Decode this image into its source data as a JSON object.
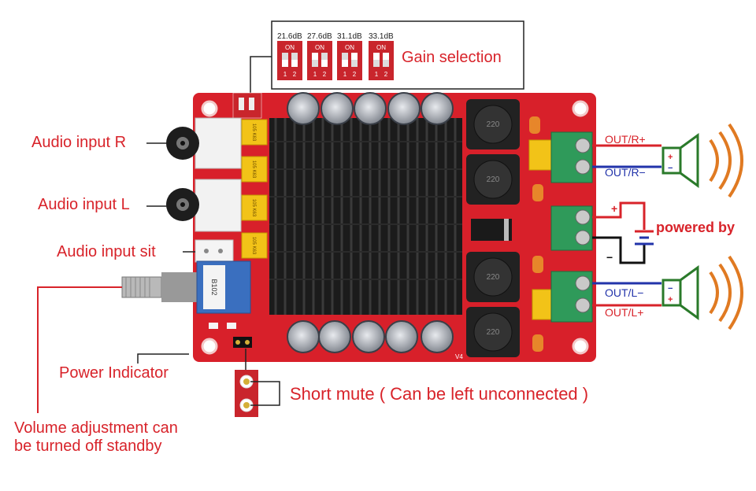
{
  "gain": {
    "options": [
      {
        "db": "21.6dB",
        "on": "ON",
        "n1": "1",
        "n2": "2"
      },
      {
        "db": "27.6dB",
        "on": "ON",
        "n1": "1",
        "n2": "2"
      },
      {
        "db": "31.1dB",
        "on": "ON",
        "n1": "1",
        "n2": "2"
      },
      {
        "db": "33.1dB",
        "on": "ON",
        "n1": "1",
        "n2": "2"
      }
    ],
    "label": "Gain selection"
  },
  "labels": {
    "audio_input_r": "Audio input R",
    "audio_input_l": "Audio input L",
    "audio_input_sit": "Audio input sit",
    "power_indicator": "Power Indicator",
    "volume_line1": "Volume adjustment can",
    "volume_line2": "be turned off standby",
    "short_mute": "Short mute ( Can be left unconnected )",
    "powered_by": "powered by"
  },
  "outputs": {
    "r_plus": "OUT/R+",
    "r_minus": "OUT/R−",
    "l_minus": "OUT/L−",
    "l_plus": "OUT/L+"
  },
  "power": {
    "plus": "+",
    "minus": "−"
  },
  "speaker": {
    "plus": "+",
    "minus": "−"
  },
  "board": {
    "cap_marking": "105 K63",
    "inductor_marking": "220",
    "pot_marking": "B102",
    "chip_marking": "V4"
  },
  "colors": {
    "pcb": "#d8202a",
    "heatsink": "#1b1b1b",
    "label_red": "#d8232a",
    "terminal": "#2f9a5a",
    "wire_blue": "#2233aa"
  }
}
